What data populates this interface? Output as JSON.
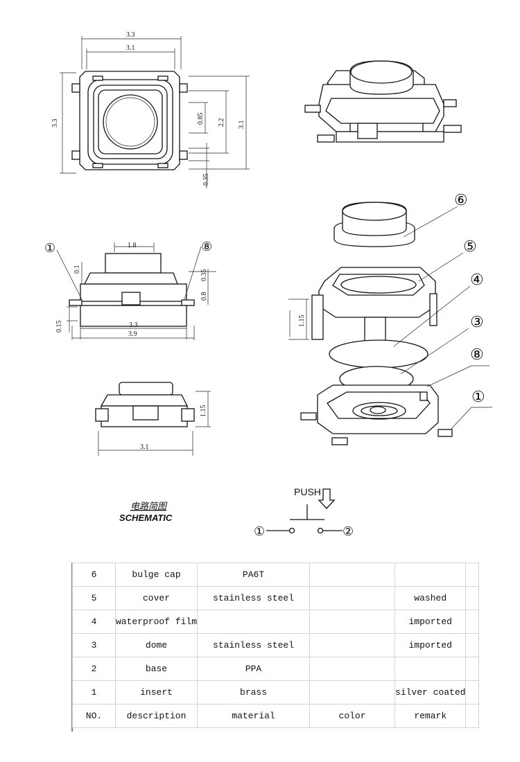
{
  "top_view": {
    "dims": {
      "w_outer": "3.3",
      "w_inner": "3.1",
      "h_outer": "3.3",
      "h_mid": "3.1",
      "h_inner": "2.2",
      "pad_gap": "0.85",
      "pad_w": "0.35"
    }
  },
  "side_view": {
    "dims": {
      "cap_w": "1.8",
      "cap_h": "0.1",
      "h_a": "0.35",
      "h_b": "0.8",
      "base_off": "0.15",
      "w_body": "3.3",
      "w_total": "3.9"
    },
    "callouts": {
      "left": "①",
      "right": "⑧"
    }
  },
  "front_view": {
    "dims": {
      "height": "1.15",
      "width": "3.1"
    }
  },
  "exploded_view": {
    "callouts": {
      "c6": "⑥",
      "c5": "⑤",
      "c4": "④",
      "c3": "③",
      "c8": "⑧",
      "c1": "①"
    },
    "dim_height": "1.15"
  },
  "schematic": {
    "title_cn": "电路简图",
    "title_en": "SCHEMATIC",
    "push_label": "PUSH",
    "terminal_1": "①",
    "terminal_2": "②"
  },
  "bom": {
    "rows": [
      {
        "no": "6",
        "description": "bulge cap",
        "material": "PA6T",
        "color": "",
        "remark": ""
      },
      {
        "no": "5",
        "description": "cover",
        "material": "stainless steel",
        "color": "",
        "remark": "washed"
      },
      {
        "no": "4",
        "description": "waterproof film",
        "material": "",
        "color": "",
        "remark": "imported"
      },
      {
        "no": "3",
        "description": "dome",
        "material": "stainless steel",
        "color": "",
        "remark": "imported"
      },
      {
        "no": "2",
        "description": "base",
        "material": "PPA",
        "color": "",
        "remark": ""
      },
      {
        "no": "1",
        "description": "insert",
        "material": "brass",
        "color": "",
        "remark": "silver coated"
      }
    ],
    "header": {
      "no": "NO.",
      "description": "description",
      "material": "material",
      "color": "color",
      "remark": "remark"
    }
  }
}
